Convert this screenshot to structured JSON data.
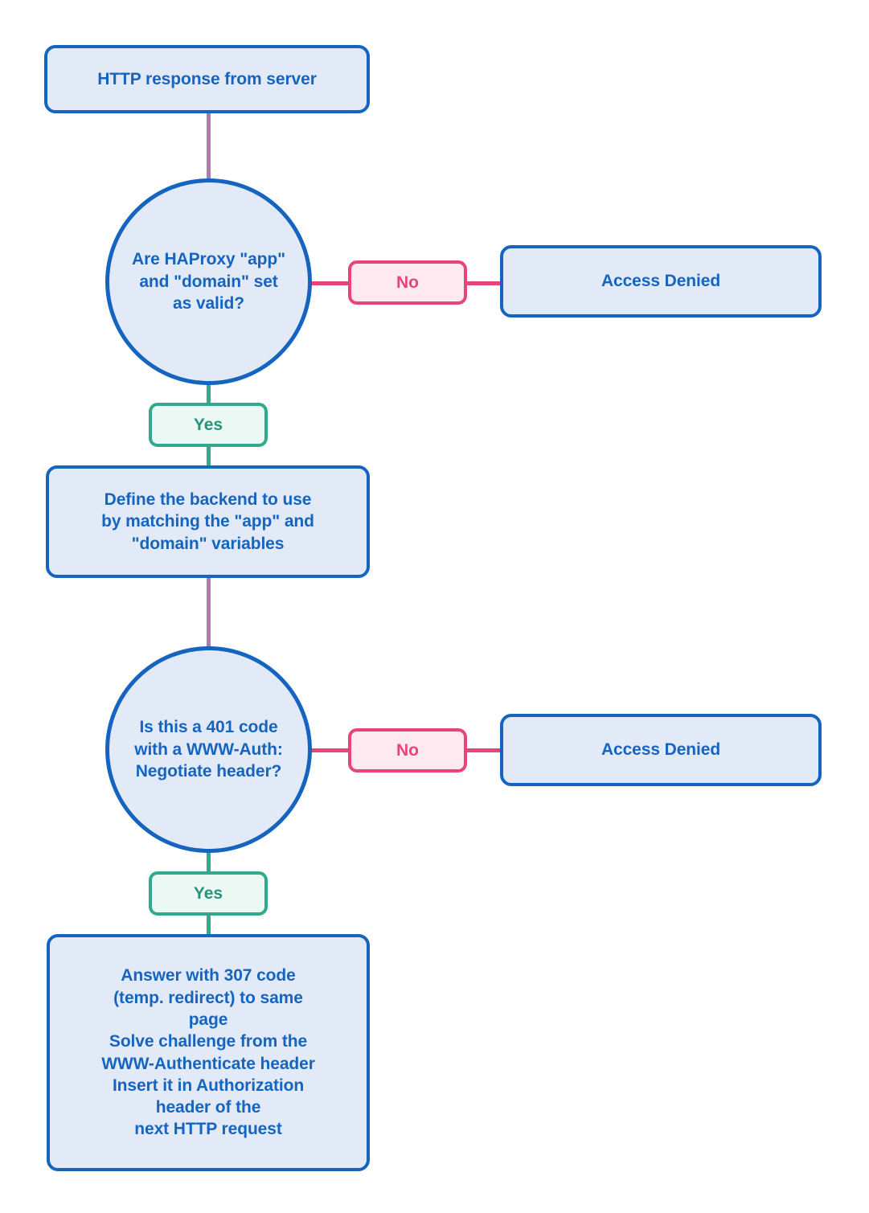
{
  "diagram": {
    "title": "HAProxy HTTP response authentication decision flow",
    "type": "flowchart",
    "colors": {
      "node_border": "#1565c0",
      "node_fill": "#e3eaf7",
      "node_text": "#1565c0",
      "yes_accent": "#31a98d",
      "yes_fill": "#ebf8f4",
      "no_accent": "#e8447a",
      "no_fill": "#fdeaf1",
      "neutral_connector": "#ac7dac",
      "background": "#ffffff"
    }
  },
  "nodes": {
    "start": {
      "label": "HTTP response from server",
      "shape": "rounded-rectangle"
    },
    "decision_1": {
      "label": "Are HAProxy \"app\"\nand \"domain\" set\nas valid?",
      "shape": "circle"
    },
    "denied_1": {
      "label": "Access Denied",
      "shape": "rounded-rectangle"
    },
    "define_backend": {
      "label": "Define the backend to use\nby matching the \"app\" and\n\"domain\" variables",
      "shape": "rounded-rectangle"
    },
    "decision_2": {
      "label": "Is this a 401 code\nwith a WWW-Auth:\nNegotiate header?",
      "shape": "circle"
    },
    "denied_2": {
      "label": "Access Denied",
      "shape": "rounded-rectangle"
    },
    "answer_307": {
      "label": "Answer with 307 code\n(temp. redirect) to same\npage\nSolve challenge from the\nWWW-Authenticate header\nInsert it in Authorization\nheader of the\nnext HTTP request",
      "shape": "rounded-rectangle"
    }
  },
  "edges": {
    "start_to_decision_1": {
      "label": "",
      "color": "#ac7dac"
    },
    "decision_1_no": {
      "label": "No",
      "color": "#e8447a"
    },
    "decision_1_yes": {
      "label": "Yes",
      "color": "#31a98d"
    },
    "backend_to_decision_2": {
      "label": "",
      "color": "#ac7dac"
    },
    "decision_2_no": {
      "label": "No",
      "color": "#e8447a"
    },
    "decision_2_yes": {
      "label": "Yes",
      "color": "#31a98d"
    }
  }
}
